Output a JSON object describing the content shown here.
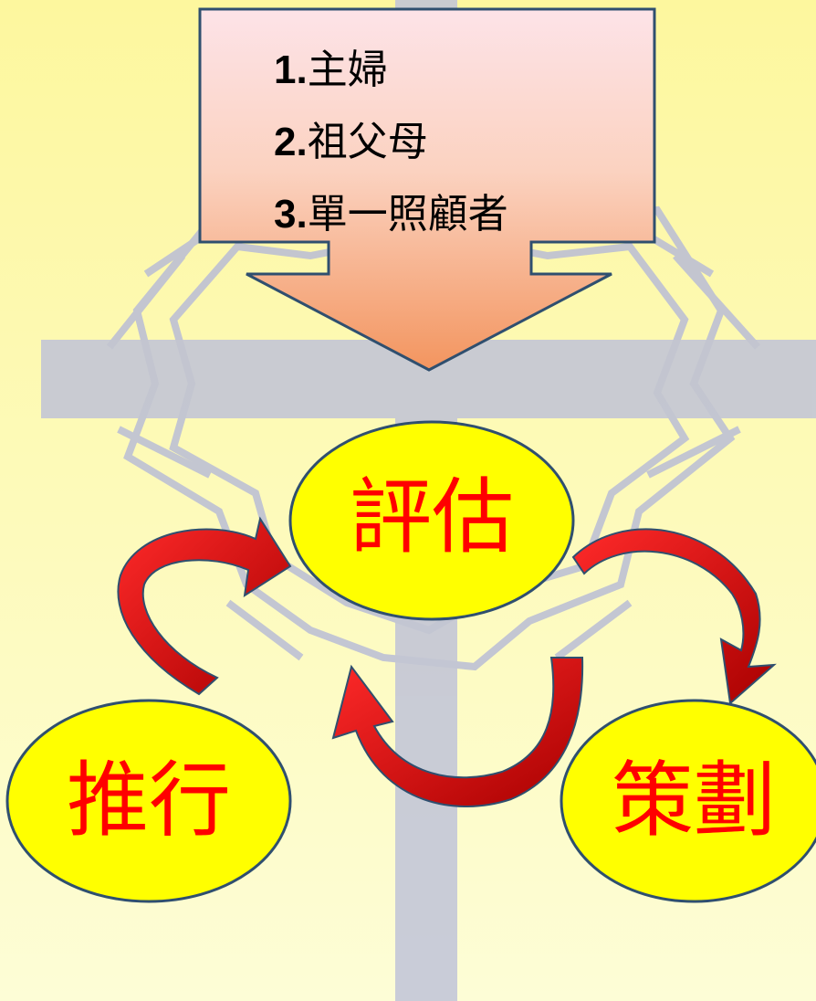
{
  "callout": {
    "items": [
      {
        "num": "1.",
        "text": "主婦"
      },
      {
        "num": "2.",
        "text": "祖父母"
      },
      {
        "num": "3.",
        "text": "單一照顧者"
      }
    ]
  },
  "nodes": {
    "assess": "評估",
    "plan": "策劃",
    "implement": "推行"
  },
  "colors": {
    "background": "#fdfbbf",
    "ellipse_fill": "#ffff00",
    "label_text": "#ff0000",
    "arrow_fill": "#cc0000",
    "callout_top": "#fde9e6",
    "callout_bottom": "#f39a6a",
    "watermark": "#b9bdd6"
  },
  "icons": {
    "watermark": "cross-crown-watermark-icon",
    "cycle_arrows": "curved-arrow-icon"
  }
}
